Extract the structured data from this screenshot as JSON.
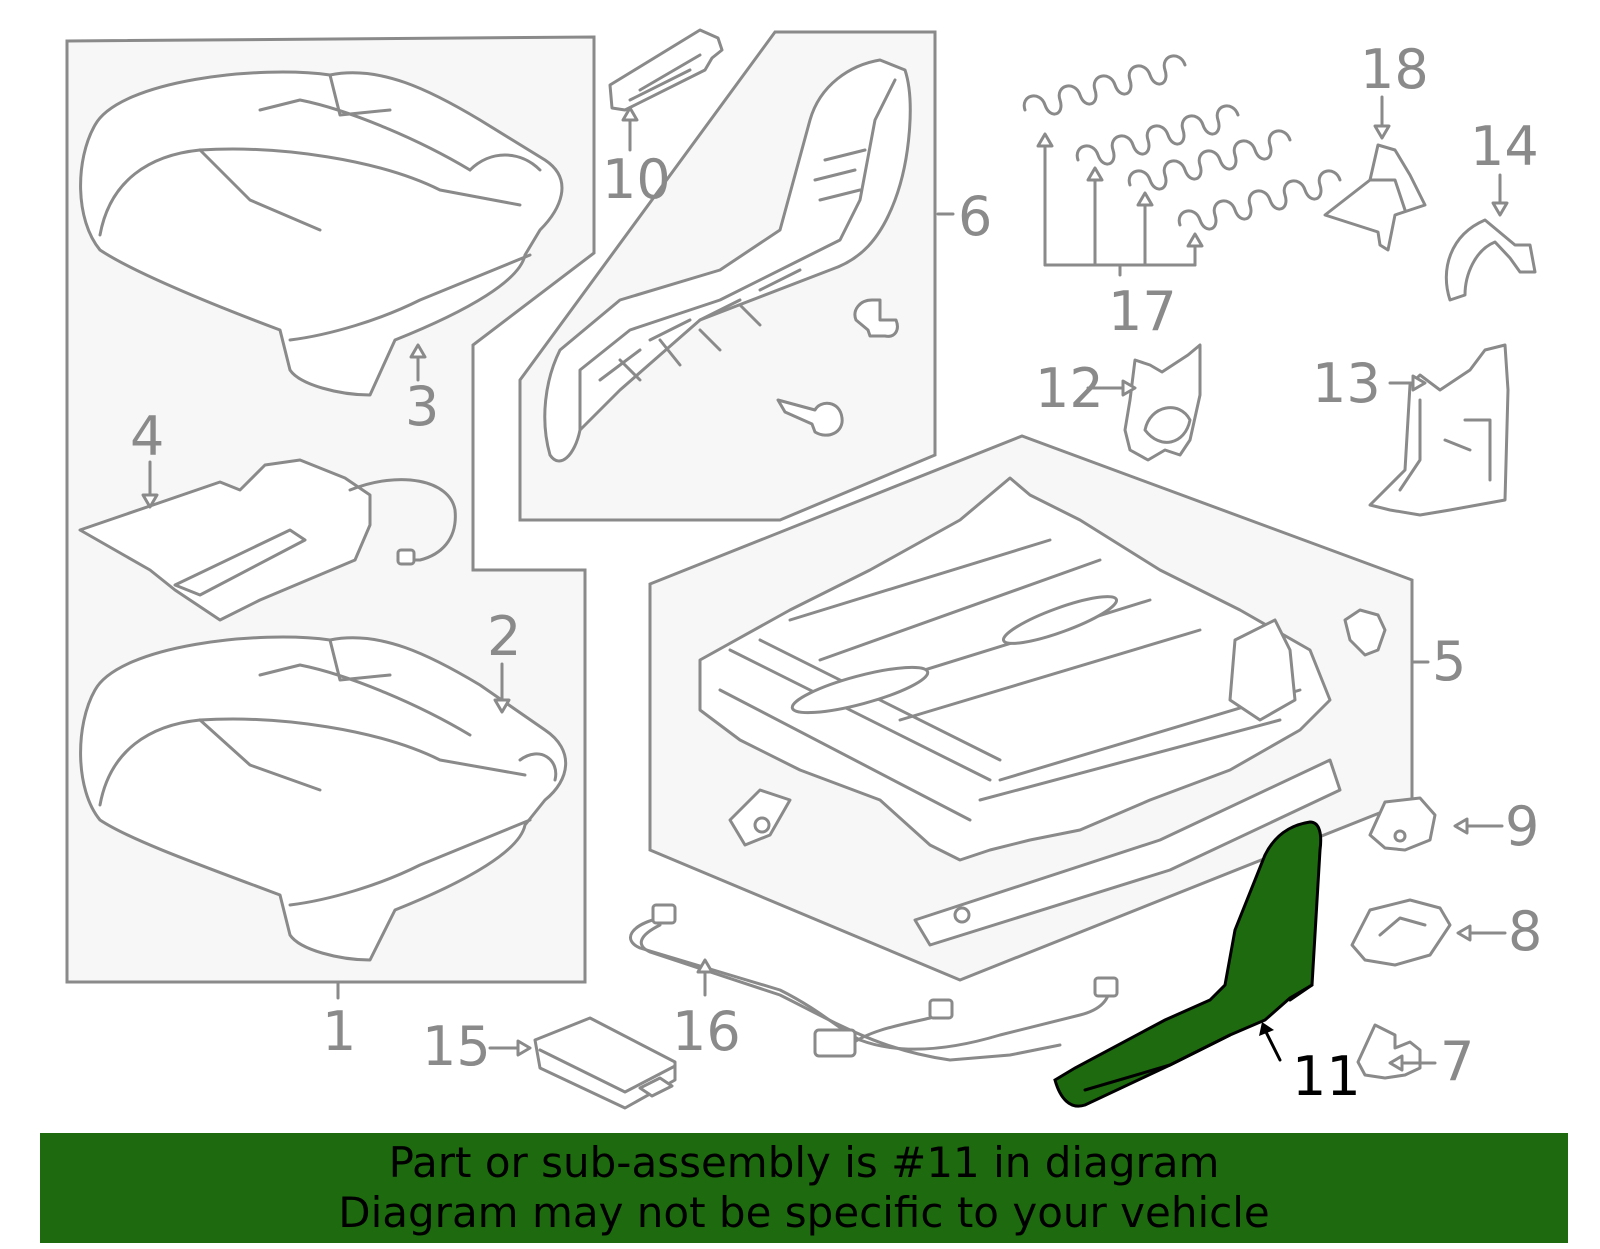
{
  "highlight_color": "#1e6b0f",
  "callouts": [
    "1",
    "2",
    "3",
    "4",
    "5",
    "6",
    "7",
    "8",
    "9",
    "10",
    "11",
    "12",
    "13",
    "14",
    "15",
    "16",
    "17",
    "18"
  ],
  "highlighted_part": "11",
  "banner": {
    "line1": "Part or sub-assembly is #11 in diagram",
    "line2": "Diagram may not be specific to your vehicle"
  }
}
